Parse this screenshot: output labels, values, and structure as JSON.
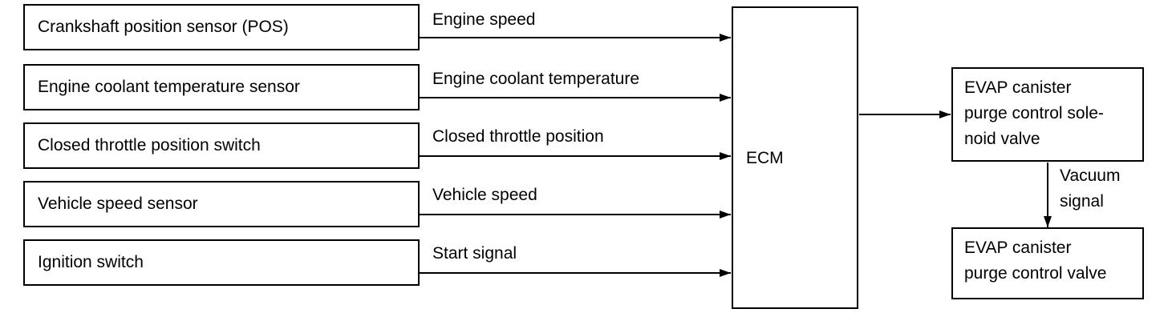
{
  "sensors": [
    {
      "label": "Crankshaft position sensor (POS)",
      "signal": "Engine speed"
    },
    {
      "label": "Engine coolant temperature sensor",
      "signal": "Engine coolant temperature"
    },
    {
      "label": "Closed throttle position switch",
      "signal": "Closed throttle position"
    },
    {
      "label": "Vehicle speed sensor",
      "signal": "Vehicle speed"
    },
    {
      "label": "Ignition switch",
      "signal": "Start signal"
    }
  ],
  "ecm": {
    "label": "ECM"
  },
  "solenoid_valve": {
    "line1": "EVAP canister",
    "line2": "purge control sole-",
    "line3": "noid valve"
  },
  "vacuum_signal": {
    "line1": "Vacuum",
    "line2": "signal"
  },
  "control_valve": {
    "line1": "EVAP canister",
    "line2": "purge control valve"
  }
}
